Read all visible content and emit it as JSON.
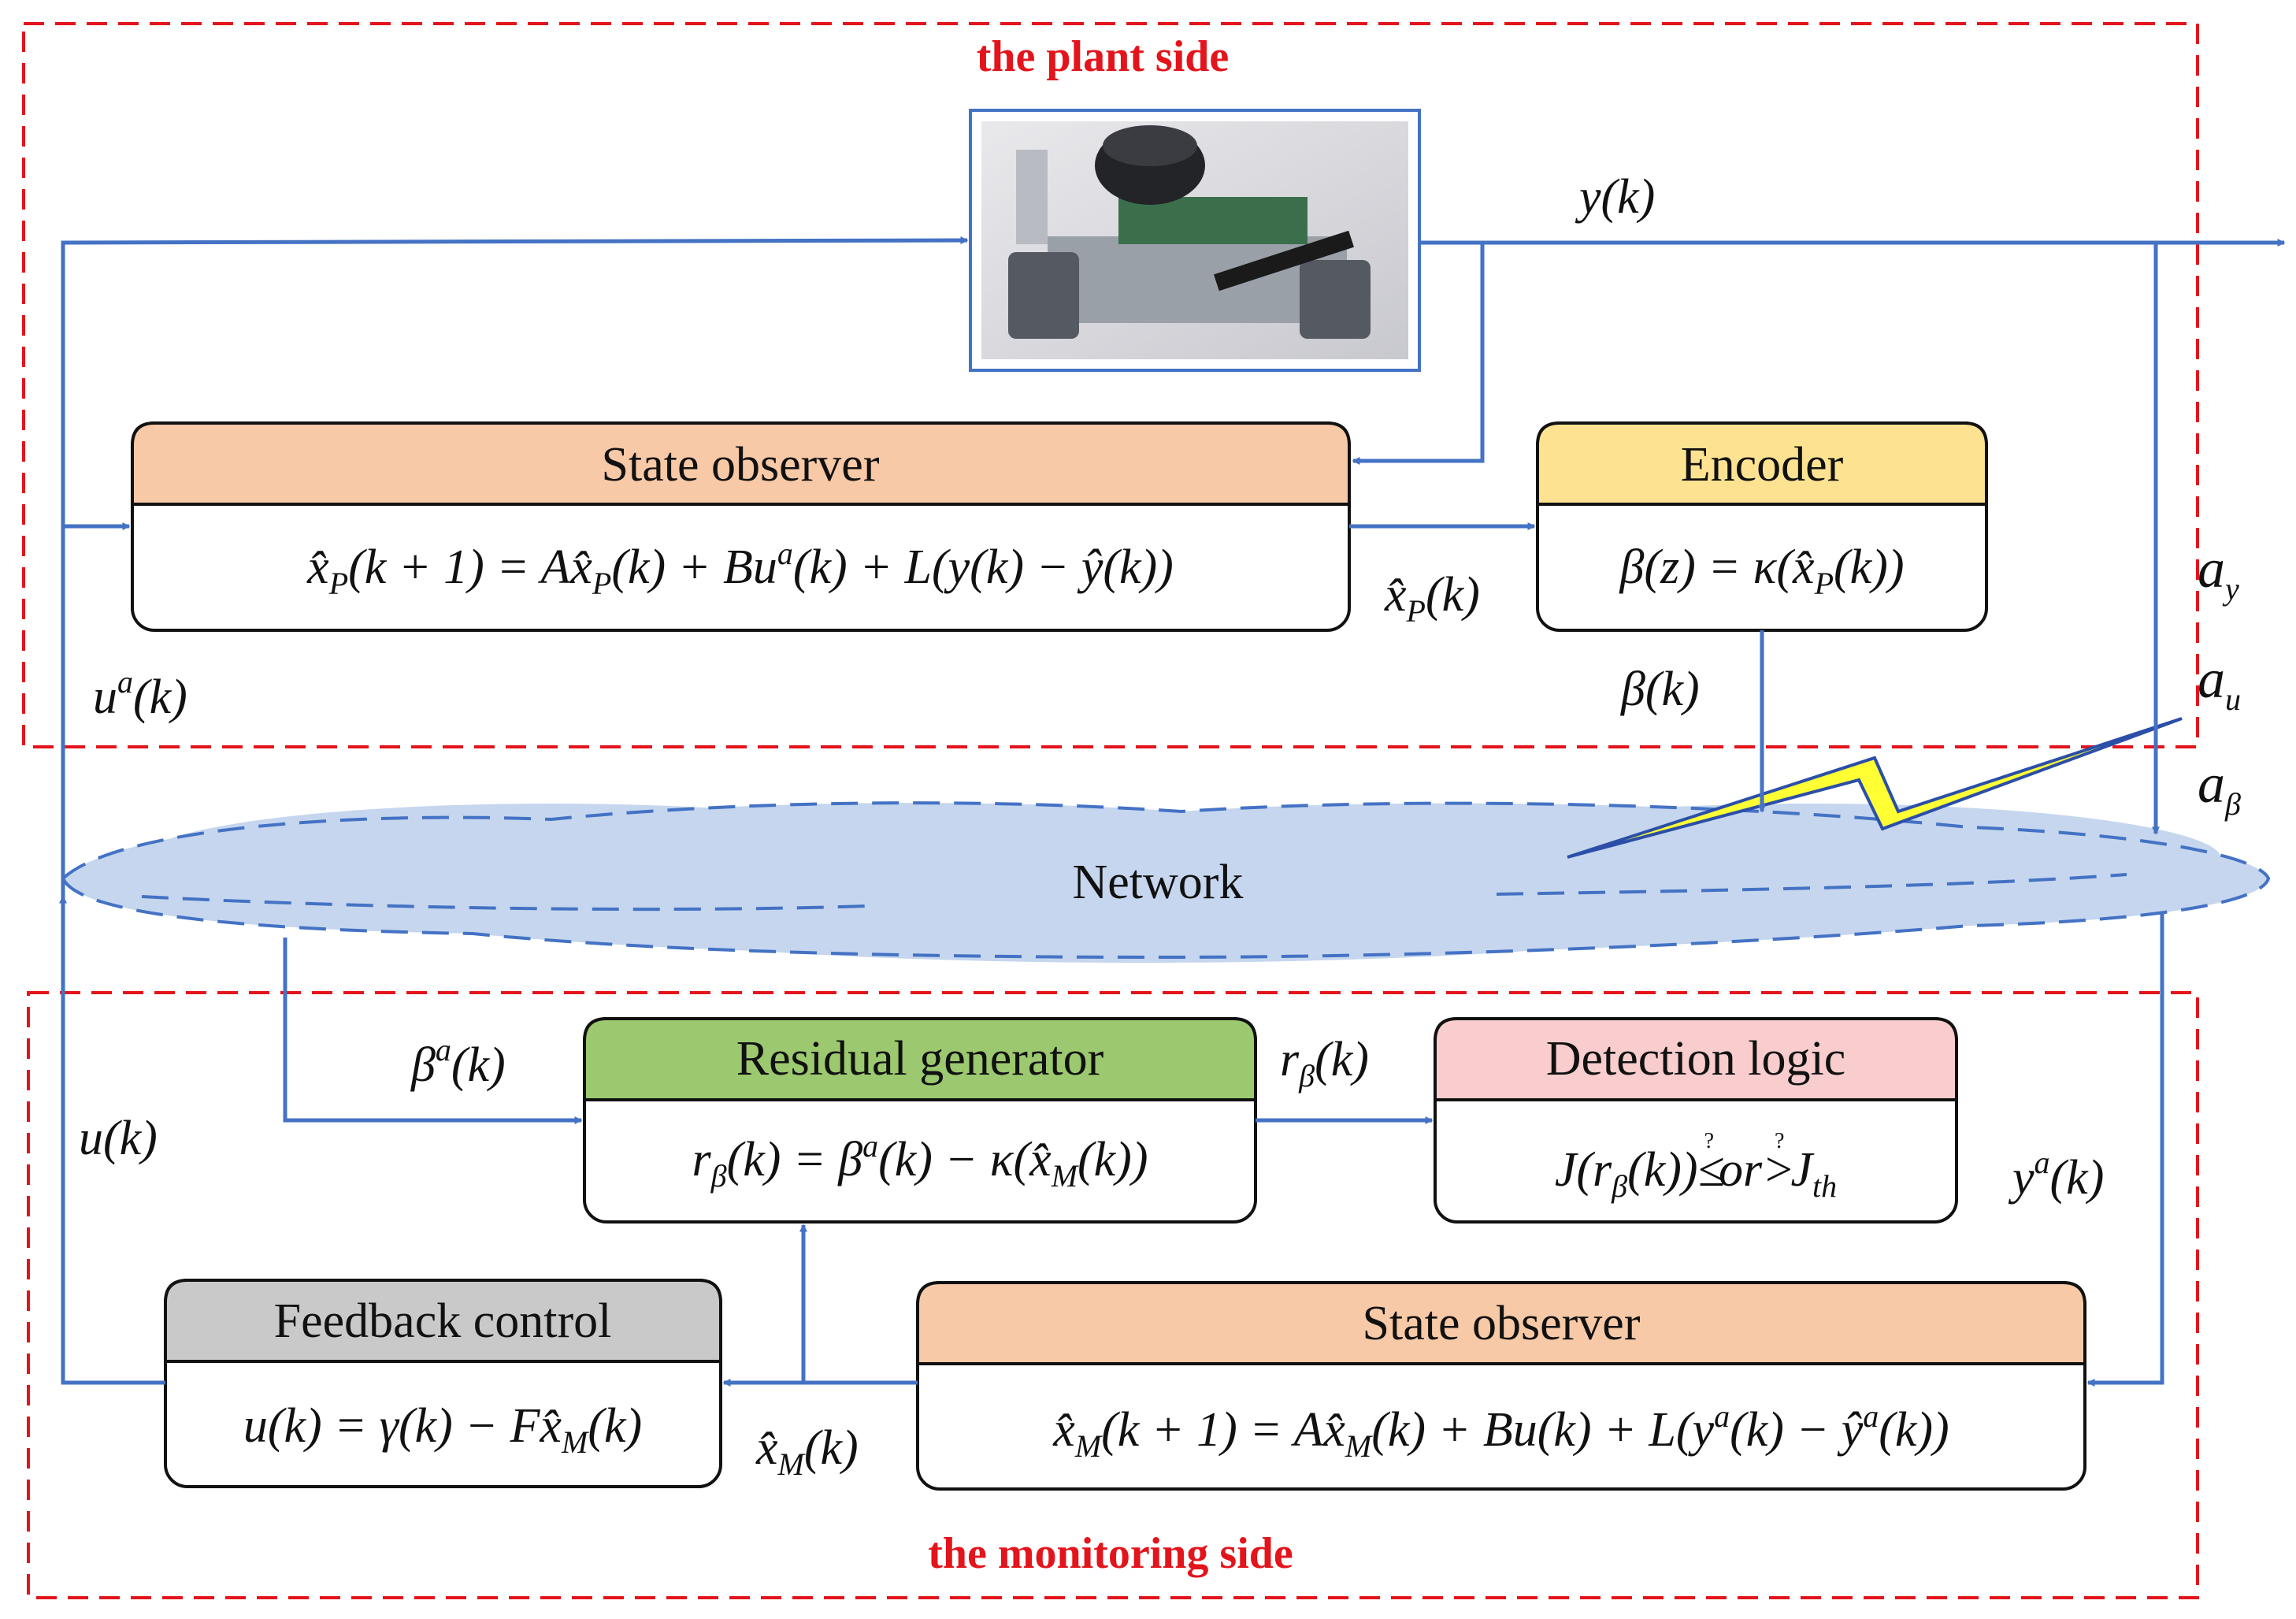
{
  "regions": {
    "plant_title": "the plant side",
    "monitoring_title": "the monitoring side",
    "colors": {
      "dash": "#e3141b",
      "arrow": "#4472c4"
    }
  },
  "network": {
    "label": "Network",
    "color": "#c5d6ee"
  },
  "robot_photo": {
    "icon": "robot-vehicle-photo"
  },
  "boxes": {
    "state_observer_plant": {
      "title": "State observer",
      "color": "#f8c9a6",
      "eq": {
        "a": "x̂",
        "a_sub": "P",
        "b": "(k + 1) = A",
        "c": "x̂",
        "c_sub": "P",
        "d": "(k) + Bu",
        "d_sup": "a",
        "e": "(k) + L(y(k) − ŷ(k))"
      }
    },
    "encoder": {
      "title": "Encoder",
      "color": "#fde391",
      "eq": {
        "a": "β(z) = κ(",
        "b": "x̂",
        "b_sub": "P",
        "c": "(k))"
      }
    },
    "residual_generator": {
      "title": "Residual generator",
      "color": "#9cc96f",
      "eq": {
        "a": "r",
        "a_sub": "β",
        "b": "(k) = β",
        "b_sup": "a",
        "c": "(k) − κ(",
        "d": "x̂",
        "d_sub": "M",
        "e": "(k))"
      }
    },
    "detection_logic": {
      "title": "Detection logic",
      "color": "#f9cdcd",
      "eq": {
        "a": "J(r",
        "a_sub": "β",
        "b": "(k))",
        "c": "≤",
        "c_q": "?",
        "d": "or",
        "e": ">",
        "e_q": "?",
        "f": "J",
        "f_sub": "th"
      }
    },
    "feedback_control": {
      "title": "Feedback control",
      "color": "#c9c9c9",
      "eq": {
        "a": "u(k) = γ(k) − F",
        "b": "x̂",
        "b_sub": "M",
        "c": "(k)"
      }
    },
    "state_observer_monitor": {
      "title": "State observer",
      "color": "#f8c9a6",
      "eq": {
        "a": "x̂",
        "a_sub": "M",
        "b": "(k + 1) = A",
        "c": "x̂",
        "c_sub": "M",
        "d": "(k) + Bu(k) + L(y",
        "d_sup": "a",
        "e": "(k) − ŷ",
        "e_sup": "a",
        "f": "(k))"
      }
    }
  },
  "signals": {
    "y": "y(k)",
    "xp": {
      "base": "x̂",
      "sub": "P",
      "rest": "(k)"
    },
    "beta": "β(k)",
    "ua": {
      "base": "u",
      "sup": "a",
      "rest": "(k)"
    },
    "ay": {
      "base": "a",
      "sub": "y"
    },
    "au": {
      "base": "a",
      "sub": "u"
    },
    "abeta": {
      "base": "a",
      "sub": "β"
    },
    "beta_a": {
      "base": "β",
      "sup": "a",
      "rest": "(k)"
    },
    "r_beta": {
      "base": "r",
      "sub": "β",
      "rest": "(k)"
    },
    "u": "u(k)",
    "ya": {
      "base": "y",
      "sup": "a",
      "rest": "(k)"
    },
    "xm": {
      "base": "x̂",
      "sub": "M",
      "rest": "(k)"
    }
  }
}
